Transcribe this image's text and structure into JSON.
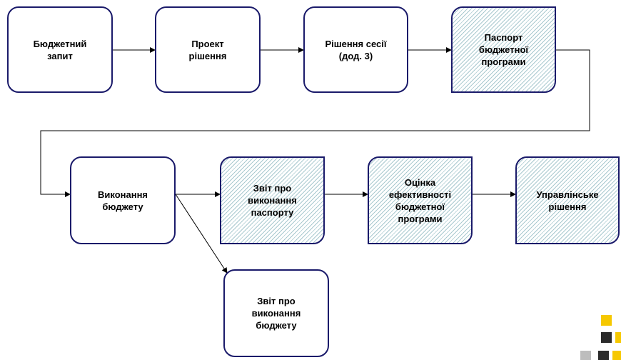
{
  "nodes": {
    "budget_request": "Бюджетний\nзапит",
    "decision_draft": "Проект\nрішення",
    "session_decision": "Рішення сесії\n(дод. 3)",
    "program_passport": "Паспорт\nбюджетної\nпрограми",
    "budget_execution": "Виконання\nбюджету",
    "passport_report": "Звіт про\nвиконання\nпаспорту",
    "efficiency_assessment": "Оцінка\nефективності\nбюджетної\nпрограми",
    "management_decision": "Управлінське\nрішення",
    "budget_report": "Звіт про\nвиконання\nбюджету"
  },
  "colors": {
    "border": "#1a1a6a",
    "hatch": "#a9c9cf",
    "logo_yellow": "#f6c800",
    "logo_dark": "#2b2b2b"
  }
}
